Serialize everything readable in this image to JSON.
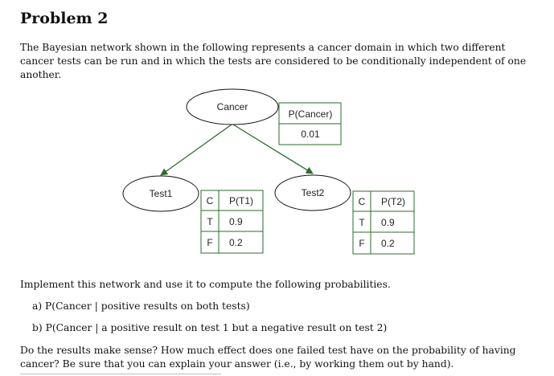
{
  "problem": {
    "title": "Problem 2",
    "intro": "The Bayesian network shown in the following represents a cancer domain in which two different cancer tests can be run and in which the tests are considered to be conditionally independent of one another.",
    "instruction": "Implement this network and use it to compute the following probabilities.",
    "items": [
      "a) P(Cancer | positive results on both tests)",
      "b) P(Cancer | a positive result on test 1 but a negative result on test 2)"
    ],
    "question": "Do the results make sense? How much effect does one failed test have on the probability of having cancer? Be sure that you can explain your answer (i.e., by working them out by hand)."
  },
  "network": {
    "nodes": {
      "cancer": "Cancer",
      "test1": "Test1",
      "test2": "Test2"
    },
    "cpt_cancer": {
      "header": "P(Cancer)",
      "value": "0.01"
    },
    "cpt_test1": {
      "headers": [
        "C",
        "P(T1)"
      ],
      "rows": [
        [
          "T",
          "0.9"
        ],
        [
          "F",
          "0.2"
        ]
      ]
    },
    "cpt_test2": {
      "headers": [
        "C",
        "P(T2)"
      ],
      "rows": [
        [
          "T",
          "0.9"
        ],
        [
          "F",
          "0.2"
        ]
      ]
    },
    "edges": [
      [
        "Cancer",
        "Test1"
      ],
      [
        "Cancer",
        "Test2"
      ]
    ],
    "edge_color": "#2e6b2e"
  }
}
